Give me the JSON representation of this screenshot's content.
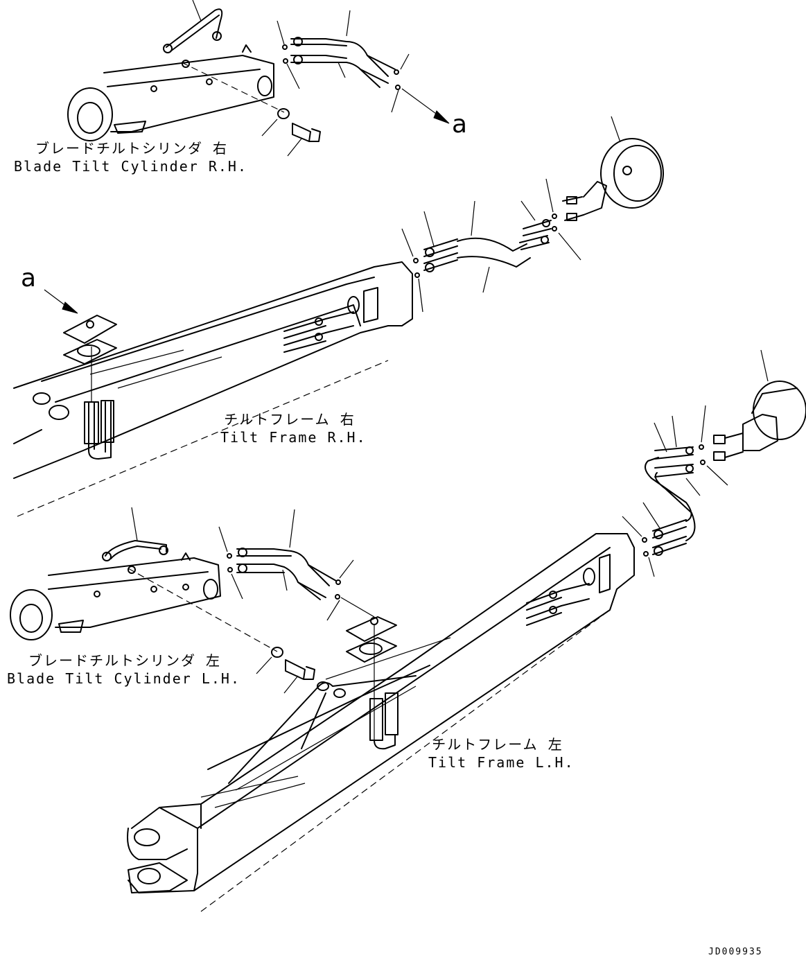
{
  "labels": {
    "cylinder_rh_jp": "ブレードチルトシリンダ 右",
    "cylinder_rh_en": "Blade Tilt Cylinder R.H.",
    "frame_rh_jp": "チルトフレーム 右",
    "frame_rh_en": "Tilt Frame R.H.",
    "cylinder_lh_jp": "ブレードチルトシリンダ 左",
    "cylinder_lh_en": "Blade Tilt Cylinder L.H.",
    "frame_lh_jp": "チルトフレーム 左",
    "frame_lh_en": "Tilt Frame L.H."
  },
  "reference_marks": {
    "a_top": "a",
    "a_left": "a"
  },
  "drawing_code": "JD009935"
}
